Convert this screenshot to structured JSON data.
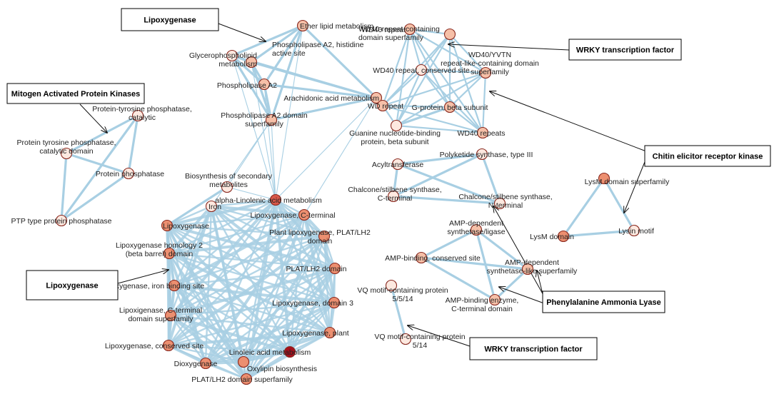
{
  "colors": {
    "edge": "#a8cfe3",
    "node_stroke": "#8a2a20",
    "arrow": "#111111",
    "callout_border": "#000000",
    "node_levels": [
      "#fde9e0",
      "#f6c0a8",
      "#ec8f70",
      "#d8584a",
      "#a6101c"
    ]
  },
  "nodes": {
    "ether_lipid": {
      "label": [
        "Ether lipid metabolism"
      ],
      "level": 1
    },
    "pla2_histidine": {
      "label": [
        "Phospholipase A2, histidine",
        "active site"
      ],
      "level": 0
    },
    "glycerophospholipid": {
      "label": [
        "Glycerophospholipid",
        "metabolism"
      ],
      "level": 1
    },
    "pla2": {
      "label": [
        "Phospholipase A2"
      ],
      "level": 1
    },
    "arachidonic": {
      "label": [
        "Arachidonic acid metabolism"
      ],
      "level": 1
    },
    "pla2_domain_sf": {
      "label": [
        "Phospholipase A2 domain",
        "superfamily"
      ],
      "level": 1
    },
    "wd40_repeat_a": {
      "label": [
        "WD40 repeat"
      ],
      "level": 1
    },
    "wd40_domain_sf": {
      "label": [
        "WD40-repeat-containing",
        "domain superfamily"
      ],
      "level": 1
    },
    "wd40_yvtn": {
      "label": [
        "WD40/YVTN",
        "repeat-like-containing domain",
        "superfamily"
      ],
      "level": 1
    },
    "wd40_conserved": {
      "label": [
        "WD40 repeat, conserved site"
      ],
      "level": 0
    },
    "wd_repeat": {
      "label": [
        "WD repeat"
      ],
      "level": 1
    },
    "g_protein_beta": {
      "label": [
        "G-protein, beta subunit"
      ],
      "level": 1
    },
    "guanine_beta": {
      "label": [
        "Guanine nucleotide-binding",
        "protein, beta subunit"
      ],
      "level": 0
    },
    "wd40_repeats": {
      "label": [
        "WD40 repeats"
      ],
      "level": 1
    },
    "ptp_catalytic": {
      "label": [
        "Protein-tyrosine phosphatase,",
        "catalytic"
      ],
      "level": 0
    },
    "ptp_catalytic_domain": {
      "label": [
        "Protein tyrosine phosphatase,",
        "catalytic domain"
      ],
      "level": 0
    },
    "protein_phosphatase": {
      "label": [
        "Protein phosphatase"
      ],
      "level": 0
    },
    "ptp_type": {
      "label": [
        "PTP type protein phosphatase"
      ],
      "level": 0
    },
    "polyketide": {
      "label": [
        "Polyketide synthase, type III"
      ],
      "level": 0
    },
    "acyltransferase": {
      "label": [
        "Acyltransferase"
      ],
      "level": 0
    },
    "chalcone_c": {
      "label": [
        "Chalcone/stilbene synthase,",
        "C-terminal"
      ],
      "level": 0
    },
    "chalcone_n": {
      "label": [
        "Chalcone/stilbene synthase,",
        "N-terminal"
      ],
      "level": 0
    },
    "lysm_sf": {
      "label": [
        "LysM domain superfamily"
      ],
      "level": 2
    },
    "lysm_domain": {
      "label": [
        "LysM domain"
      ],
      "level": 2
    },
    "lysin_motif": {
      "label": [
        "Lysin motif"
      ],
      "level": 0
    },
    "amp_ligase": {
      "label": [
        "AMP-dependent",
        "synthetase/ligase"
      ],
      "level": 1
    },
    "amp_conserved": {
      "label": [
        "AMP-binding, conserved site"
      ],
      "level": 1
    },
    "amp_like_sf": {
      "label": [
        "AMP-dependent",
        "synthetase-like superfamily"
      ],
      "level": 1
    },
    "amp_cterm": {
      "label": [
        "AMP-binding enzyme,",
        "C-terminal domain"
      ],
      "level": 1
    },
    "vq_5514": {
      "label": [
        "VQ motif-containing protein",
        "5/5/14"
      ],
      "level": 0
    },
    "vq_514": {
      "label": [
        "VQ motif-containing protein",
        "5/14"
      ],
      "level": 0
    },
    "biosynthesis": {
      "label": [
        "Biosynthesis of secondary",
        "metabolites"
      ],
      "level": 0
    },
    "alpha_linolenic": {
      "label": [
        "alpha-Linolenic acid metabolism"
      ],
      "level": 3
    },
    "iron": {
      "label": [
        "Iron"
      ],
      "level": 0
    },
    "lox_cterm": {
      "label": [
        "Lipoxygenase, C-terminal"
      ],
      "level": 2
    },
    "lipoxygenase": {
      "label": [
        "Lipoxygenase"
      ],
      "level": 2
    },
    "plant_lox": {
      "label": [
        "Plant lipoxygenase, PLAT/LH2",
        "domain"
      ],
      "level": 2
    },
    "lox_homology2": {
      "label": [
        "Lipoxygenase homology 2",
        "(beta barrel) domain"
      ],
      "level": 2
    },
    "plat_lh2": {
      "label": [
        "PLAT/LH2 domain"
      ],
      "level": 2
    },
    "lox_iron": {
      "label": [
        "Lipoxygenase, iron binding site"
      ],
      "level": 2
    },
    "lox_domain3": {
      "label": [
        "Lipoxygenase, domain 3"
      ],
      "level": 2
    },
    "lox_cterm_sf": {
      "label": [
        "Lipoxigenase, C-terminal",
        "domain superfamily"
      ],
      "level": 2
    },
    "lox_plant": {
      "label": [
        "Lipoxygenase, plant"
      ],
      "level": 2
    },
    "lox_conserved": {
      "label": [
        "Lipoxygenase, conserved site"
      ],
      "level": 2
    },
    "linoleic": {
      "label": [
        "Linoleic acid metabolism"
      ],
      "level": 4
    },
    "dioxygenase": {
      "label": [
        "Dioxygenase"
      ],
      "level": 2
    },
    "oxylipin": {
      "label": [
        "Oxylipin biosynthesis"
      ],
      "level": 2
    },
    "plat_lh2_sf": {
      "label": [
        "PLAT/LH2 domain superfamily"
      ],
      "level": 2
    }
  },
  "edges": [
    [
      "ether_lipid",
      "pla2_histidine"
    ],
    [
      "ether_lipid",
      "glycerophospholipid"
    ],
    [
      "ether_lipid",
      "pla2"
    ],
    [
      "ether_lipid",
      "arachidonic"
    ],
    [
      "ether_lipid",
      "pla2_domain_sf"
    ],
    [
      "pla2_histidine",
      "glycerophospholipid"
    ],
    [
      "pla2_histidine",
      "pla2"
    ],
    [
      "pla2_histidine",
      "arachidonic"
    ],
    [
      "pla2_histidine",
      "pla2_domain_sf"
    ],
    [
      "glycerophospholipid",
      "pla2"
    ],
    [
      "glycerophospholipid",
      "arachidonic"
    ],
    [
      "glycerophospholipid",
      "pla2_domain_sf"
    ],
    [
      "pla2",
      "arachidonic"
    ],
    [
      "pla2",
      "pla2_domain_sf"
    ],
    [
      "arachidonic",
      "pla2_domain_sf"
    ],
    [
      "wd40_repeat_a",
      "wd40_domain_sf"
    ],
    [
      "wd40_repeat_a",
      "wd40_yvtn"
    ],
    [
      "wd40_repeat_a",
      "wd40_conserved"
    ],
    [
      "wd40_repeat_a",
      "wd_repeat"
    ],
    [
      "wd40_repeat_a",
      "g_protein_beta"
    ],
    [
      "wd40_repeat_a",
      "guanine_beta"
    ],
    [
      "wd40_repeat_a",
      "wd40_repeats"
    ],
    [
      "wd40_domain_sf",
      "wd40_yvtn"
    ],
    [
      "wd40_domain_sf",
      "wd40_conserved"
    ],
    [
      "wd40_domain_sf",
      "wd_repeat"
    ],
    [
      "wd40_domain_sf",
      "g_protein_beta"
    ],
    [
      "wd40_domain_sf",
      "guanine_beta"
    ],
    [
      "wd40_domain_sf",
      "wd40_repeats"
    ],
    [
      "wd40_yvtn",
      "wd40_conserved"
    ],
    [
      "wd40_yvtn",
      "wd_repeat"
    ],
    [
      "wd40_yvtn",
      "g_protein_beta"
    ],
    [
      "wd40_yvtn",
      "guanine_beta"
    ],
    [
      "wd40_yvtn",
      "wd40_repeats"
    ],
    [
      "wd40_conserved",
      "wd_repeat"
    ],
    [
      "wd40_conserved",
      "g_protein_beta"
    ],
    [
      "wd40_conserved",
      "guanine_beta"
    ],
    [
      "wd40_conserved",
      "wd40_repeats"
    ],
    [
      "wd_repeat",
      "g_protein_beta"
    ],
    [
      "wd_repeat",
      "guanine_beta"
    ],
    [
      "wd_repeat",
      "wd40_repeats"
    ],
    [
      "g_protein_beta",
      "guanine_beta"
    ],
    [
      "g_protein_beta",
      "wd40_repeats"
    ],
    [
      "guanine_beta",
      "wd40_repeats"
    ],
    [
      "ptp_catalytic",
      "ptp_catalytic_domain"
    ],
    [
      "ptp_catalytic",
      "protein_phosphatase"
    ],
    [
      "ptp_catalytic",
      "ptp_type"
    ],
    [
      "ptp_catalytic_domain",
      "protein_phosphatase"
    ],
    [
      "ptp_catalytic_domain",
      "ptp_type"
    ],
    [
      "protein_phosphatase",
      "ptp_type"
    ],
    [
      "polyketide",
      "acyltransferase"
    ],
    [
      "polyketide",
      "chalcone_c"
    ],
    [
      "polyketide",
      "chalcone_n"
    ],
    [
      "acyltransferase",
      "chalcone_c"
    ],
    [
      "acyltransferase",
      "chalcone_n"
    ],
    [
      "chalcone_c",
      "chalcone_n"
    ],
    [
      "lysm_sf",
      "lysm_domain"
    ],
    [
      "lysm_sf",
      "lysin_motif"
    ],
    [
      "lysm_domain",
      "lysin_motif"
    ],
    [
      "amp_ligase",
      "amp_conserved"
    ],
    [
      "amp_ligase",
      "amp_like_sf"
    ],
    [
      "amp_ligase",
      "amp_cterm"
    ],
    [
      "amp_conserved",
      "amp_like_sf"
    ],
    [
      "amp_conserved",
      "amp_cterm"
    ],
    [
      "amp_like_sf",
      "amp_cterm"
    ],
    [
      "vq_5514",
      "vq_514"
    ],
    [
      "alpha_linolenic",
      "ether_lipid"
    ],
    [
      "alpha_linolenic",
      "pla2_histidine"
    ],
    [
      "alpha_linolenic",
      "glycerophospholipid"
    ],
    [
      "alpha_linolenic",
      "pla2"
    ],
    [
      "alpha_linolenic",
      "arachidonic"
    ],
    [
      "alpha_linolenic",
      "pla2_domain_sf"
    ],
    [
      "lox_cterm",
      "arachidonic"
    ],
    [
      "iron",
      "pla2_domain_sf"
    ],
    [
      "biosynthesis",
      "pla2_domain_sf"
    ],
    [
      "biosynthesis",
      "alpha_linolenic"
    ],
    [
      "biosynthesis",
      "lipoxygenase"
    ]
  ],
  "lox_cluster": [
    "alpha_linolenic",
    "iron",
    "lox_cterm",
    "lipoxygenase",
    "plant_lox",
    "lox_homology2",
    "plat_lh2",
    "lox_iron",
    "lox_domain3",
    "lox_cterm_sf",
    "lox_plant",
    "lox_conserved",
    "linoleic",
    "dioxygenase",
    "oxylipin",
    "plat_lh2_sf"
  ],
  "callouts": [
    {
      "id": "lox_top",
      "text": "Lipoxygenase"
    },
    {
      "id": "mapk",
      "text": "Mitogen Activated Protein Kinases"
    },
    {
      "id": "wrky_top",
      "text": "WRKY transcription factor"
    },
    {
      "id": "chitin",
      "text": "Chitin elicitor receptor kinase"
    },
    {
      "id": "lox_left",
      "text": "Lipoxygenase"
    },
    {
      "id": "pal",
      "text": "Phenylalanine Ammonia Lyase"
    },
    {
      "id": "wrky_bottom",
      "text": "WRKY transcription factor"
    }
  ]
}
